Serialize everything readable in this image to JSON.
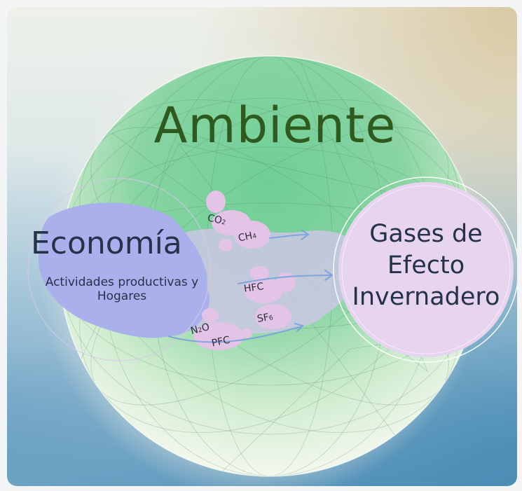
{
  "diagram": {
    "title": "Ambiente",
    "economy": {
      "label": "Economía",
      "sublabel": "Actividades productivas y Hogares"
    },
    "target": {
      "label": "Gases de Efecto Invernadero"
    },
    "gases": [
      {
        "id": "co2",
        "base": "CO",
        "sub": "2"
      },
      {
        "id": "ch4",
        "base": "CH",
        "sub": "4"
      },
      {
        "id": "hfc",
        "base": "HFC",
        "sub": ""
      },
      {
        "id": "sf6",
        "base": "SF",
        "sub": "6"
      },
      {
        "id": "n2o",
        "base": "N",
        "sub": "2",
        "tail": "O"
      },
      {
        "id": "pfc",
        "base": "PFC",
        "sub": ""
      }
    ]
  },
  "colors": {
    "globe": "#5cc58a",
    "economy_blob": "#a9b0ec",
    "target_circle": "#e7d4ef",
    "gas_blob": "#e3c3e6",
    "title_text": "#2e5a1f",
    "body_text": "#26314a"
  }
}
